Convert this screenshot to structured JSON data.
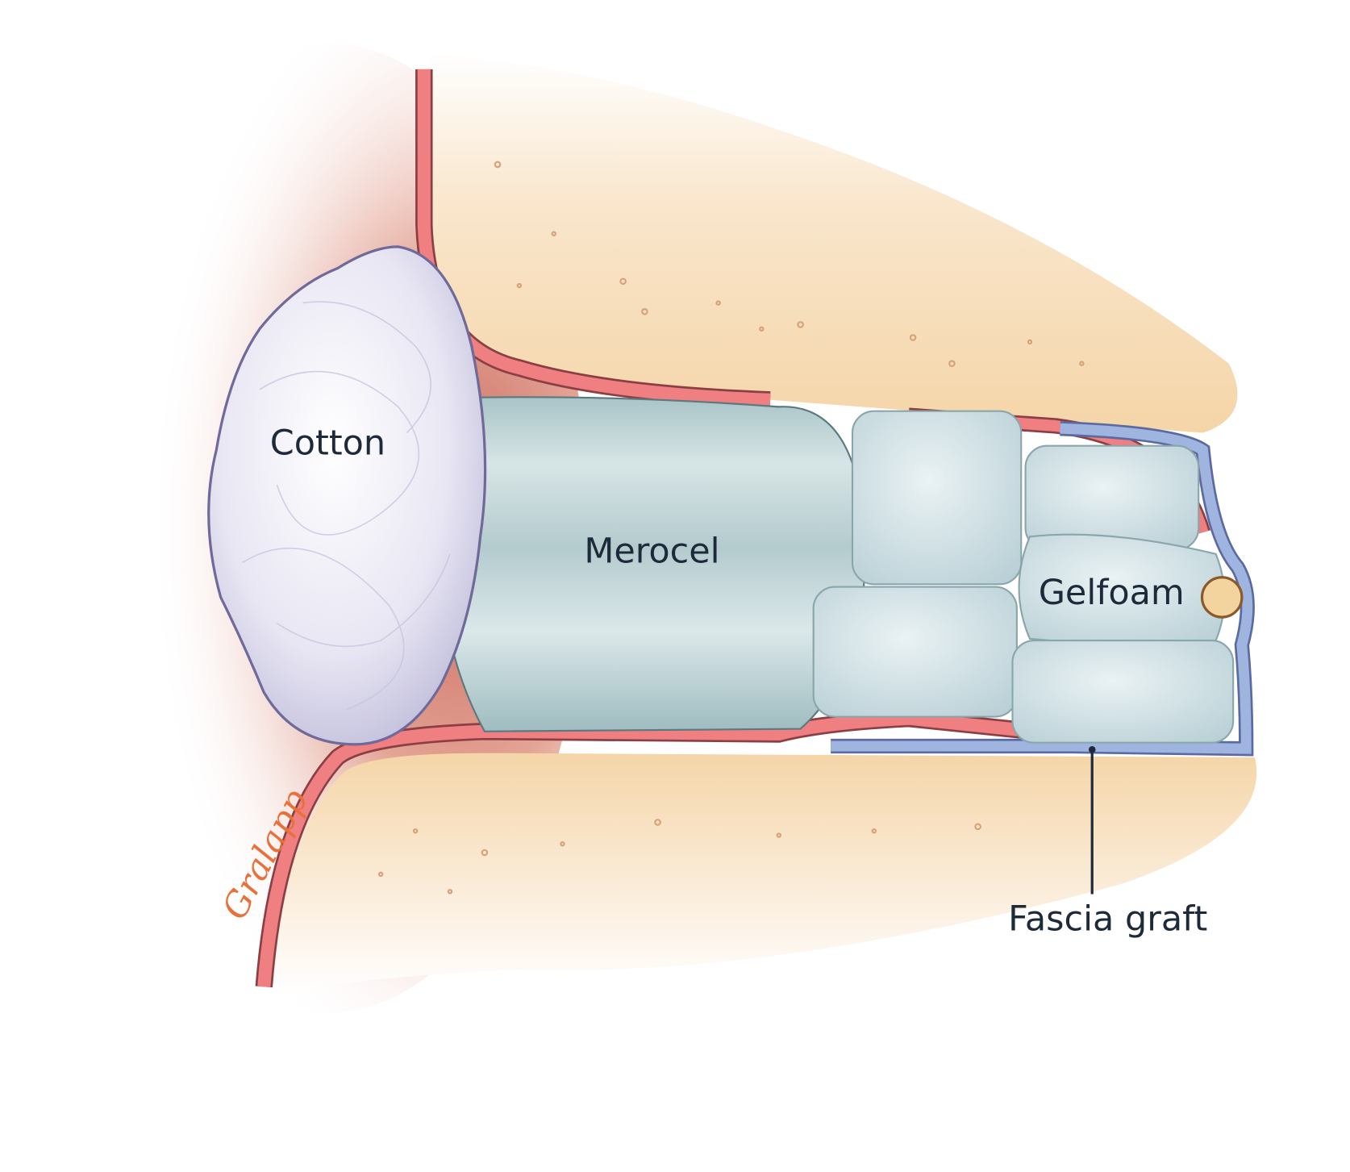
{
  "labels": {
    "cotton": "Cotton",
    "merocel": "Merocel",
    "gelfoam": "Gelfoam",
    "fascia_graft": "Fascia graft"
  },
  "signature": "Gralapp",
  "colors": {
    "skin": "#d9887a",
    "canal_lining": "#ef7f80",
    "bone": "#f5d9b0",
    "fascia": "#9fb4de",
    "merocel": "#b9cfd2",
    "gelfoam": "#d5e4e8",
    "signature": "#e8703a",
    "text": "#1c2a3a"
  }
}
